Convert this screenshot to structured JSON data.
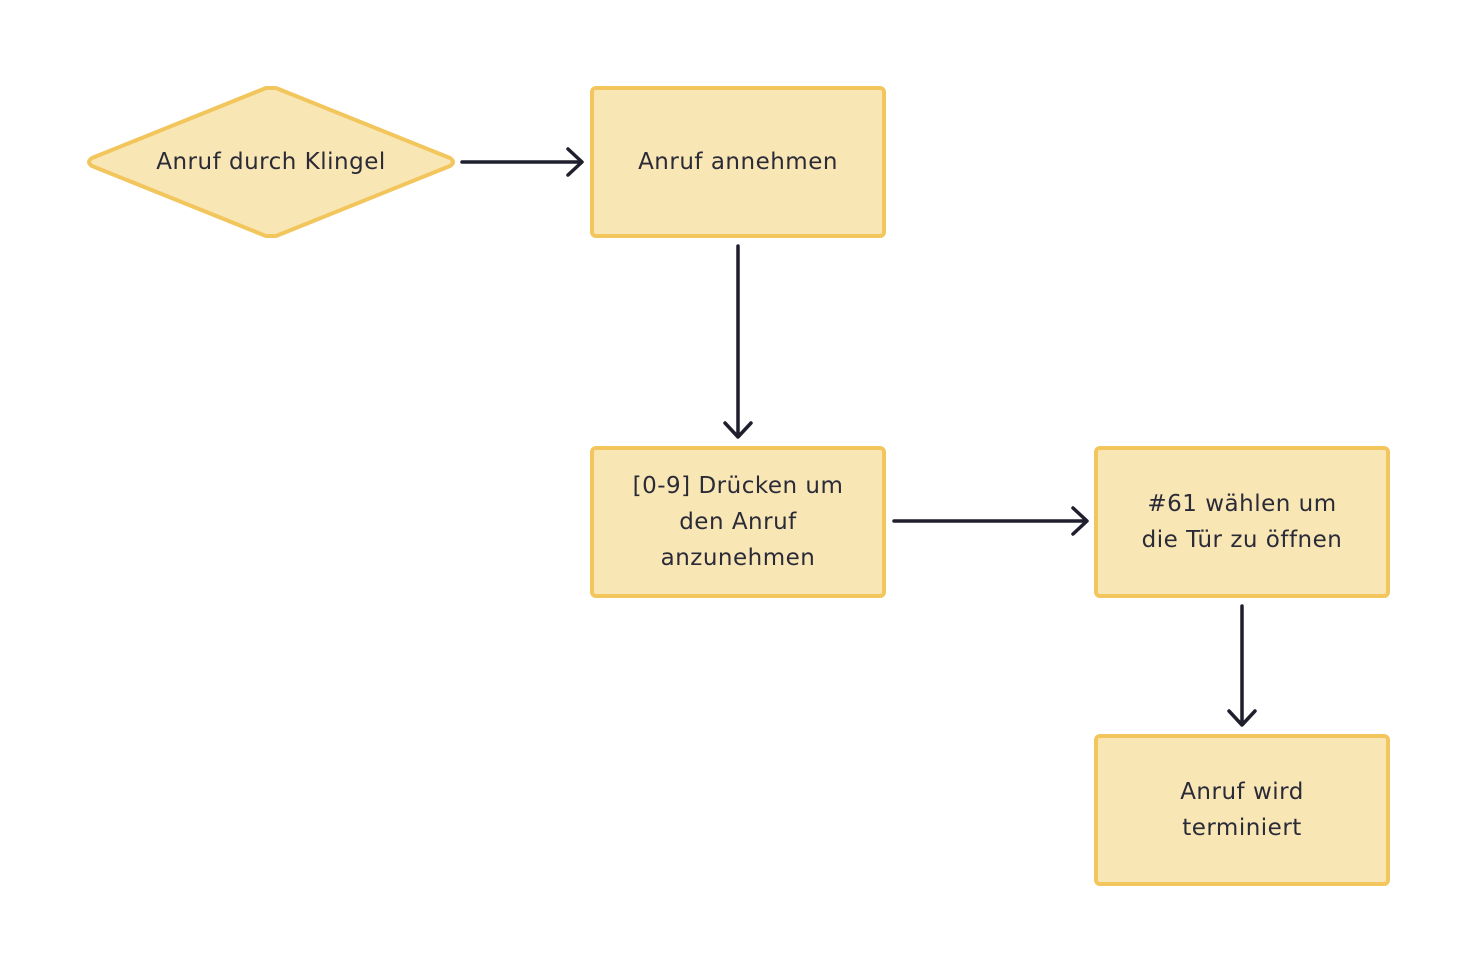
{
  "nodes": {
    "start": {
      "label": "Anruf durch Klingel"
    },
    "accept": {
      "label": "Anruf annehmen"
    },
    "press": {
      "lines": [
        "[0-9] Drücken um",
        "den Anruf",
        "anzunehmen"
      ]
    },
    "dial": {
      "lines": [
        "#61 wählen um",
        "die Tür zu öffnen"
      ]
    },
    "end": {
      "lines": [
        "Anruf wird",
        "terminiert"
      ]
    }
  },
  "colors": {
    "node_fill": "#f8e6b5",
    "node_border": "#f2c65c",
    "arrow": "#1f1f2e",
    "text": "#2b2b38"
  }
}
